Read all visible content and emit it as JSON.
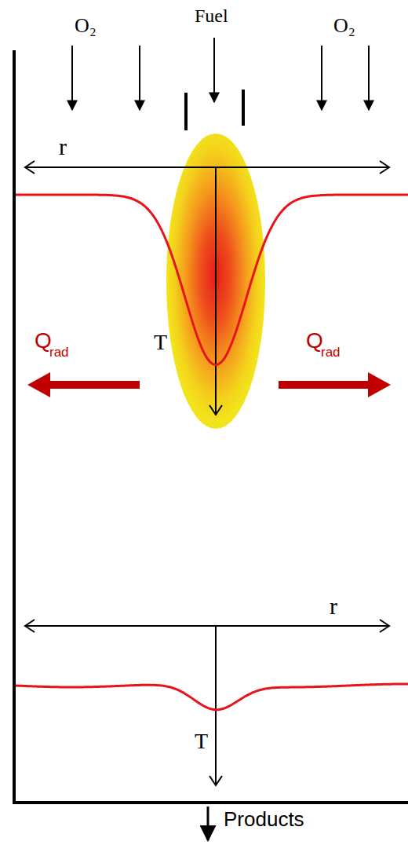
{
  "diagram": {
    "labels": [
      "O₂",
      "Fuel",
      "O₂",
      "r",
      "Q",
      "rad",
      "T",
      "Q",
      "rad",
      "r",
      "T",
      "Products"
    ]
  }
}
